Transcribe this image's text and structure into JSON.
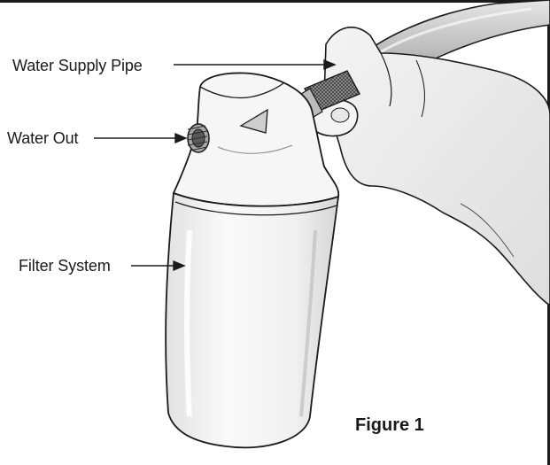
{
  "callouts": {
    "water_supply_pipe": "Water Supply Pipe",
    "water_out": "Water Out",
    "filter_system": "Filter System"
  },
  "caption": "Figure 1",
  "colors": {
    "frame": "#1a1a1a",
    "line": "#1a1a1a",
    "filter_body": "#f4f4f4",
    "hand": "#ececec",
    "pipe": "#c8c8c8"
  }
}
